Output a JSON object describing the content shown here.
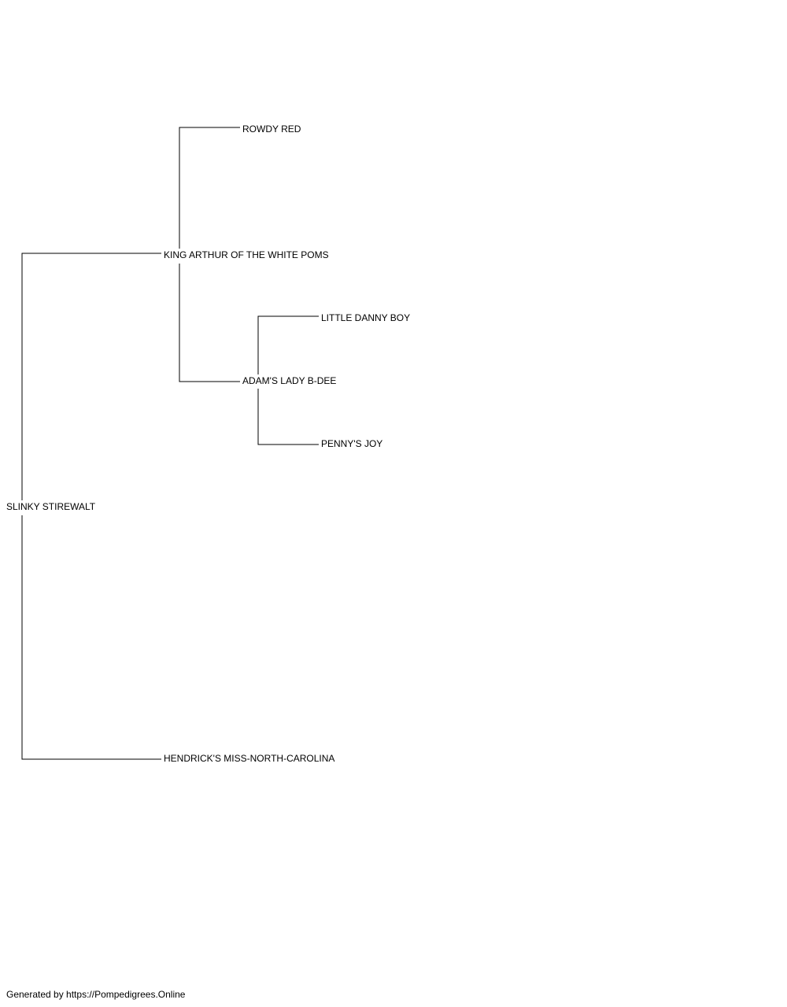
{
  "pedigree": {
    "subject": {
      "name": "SLINKY STIREWALT",
      "sire": {
        "name": "KING ARTHUR OF THE WHITE POMS",
        "sire": {
          "name": "ROWDY RED"
        },
        "dam": {
          "name": "ADAM'S LADY B-DEE",
          "sire": {
            "name": "LITTLE DANNY BOY"
          },
          "dam": {
            "name": "PENNY'S JOY"
          }
        }
      },
      "dam": {
        "name": "HENDRICK'S MISS-NORTH-CAROLINA"
      }
    }
  },
  "footer": {
    "text": "Generated by https://Pompedigrees.Online"
  },
  "colors": {
    "line": "#000000",
    "text": "#000000",
    "background": "#ffffff"
  }
}
